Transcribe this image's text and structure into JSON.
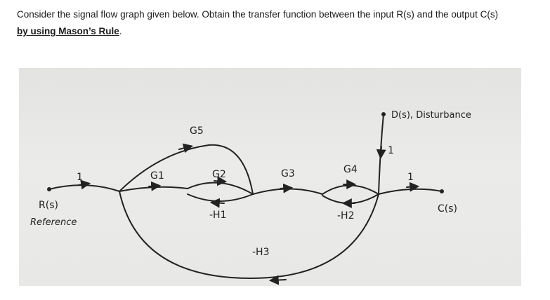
{
  "question": {
    "text": "Consider the signal flow graph given below. Obtain the transfer function between the input R(s) and the output C(s)",
    "rule": "by using Mason’s Rule",
    "period": "."
  },
  "diagram": {
    "input_label": "R(s)",
    "input_sublabel": "Reference",
    "output_label": "C(s)",
    "disturbance_label": "D(s), Disturbance",
    "branches": {
      "input_gain": "1",
      "g1": "G1",
      "g2": "G2",
      "g3": "G3",
      "g4": "G4",
      "g5": "G5",
      "h1": "-H1",
      "h2": "-H2",
      "h3": "-H3",
      "disturbance_gain": "1",
      "output_gain": "1"
    }
  }
}
